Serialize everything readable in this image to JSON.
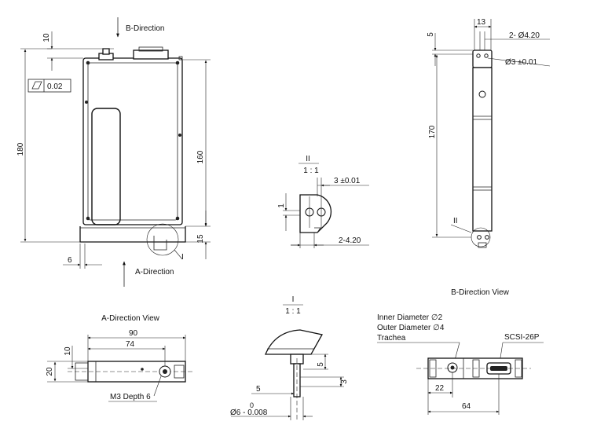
{
  "front_view": {
    "dim_top": "10",
    "dim_height": "180",
    "dim_inner": "160",
    "dim_base": "15",
    "dim_width_bottom": "6",
    "flatness": "0.02",
    "label_b_direction": "B-Direction",
    "label_a_direction": "A-Direction",
    "detail_tag": "I"
  },
  "detail_ii": {
    "label": "II",
    "scale": "1 : 1",
    "dim_3": "3 ±0.01",
    "dim_1": "1",
    "dim_holes": "2-4.20"
  },
  "side_view": {
    "dim_13": "13",
    "dim_5": "5",
    "dim_holes": "2- Ø4.20",
    "dim_pin": "Ø3 ±0.01",
    "dim_170": "170",
    "detail_tag": "II"
  },
  "a_view": {
    "title": "A-Direction View",
    "dim_90": "90",
    "dim_74": "74",
    "dim_10": "10",
    "dim_20": "20",
    "note": "M3 Depth 6"
  },
  "detail_i": {
    "label": "I",
    "scale": "1 : 1",
    "dim_5a": "5",
    "dim_3": "3",
    "dim_5b": "5",
    "tol_upper": "0",
    "tol_lower": "Ø6 - 0.008"
  },
  "b_view": {
    "title": "B-Direction View",
    "inner_diameter": "Inner Diameter ∅2",
    "outer_diameter": "Outer Diameter ∅4",
    "trachea": "Trachea",
    "connector": "SCSI-26P",
    "dim_22": "22",
    "dim_64": "64"
  }
}
